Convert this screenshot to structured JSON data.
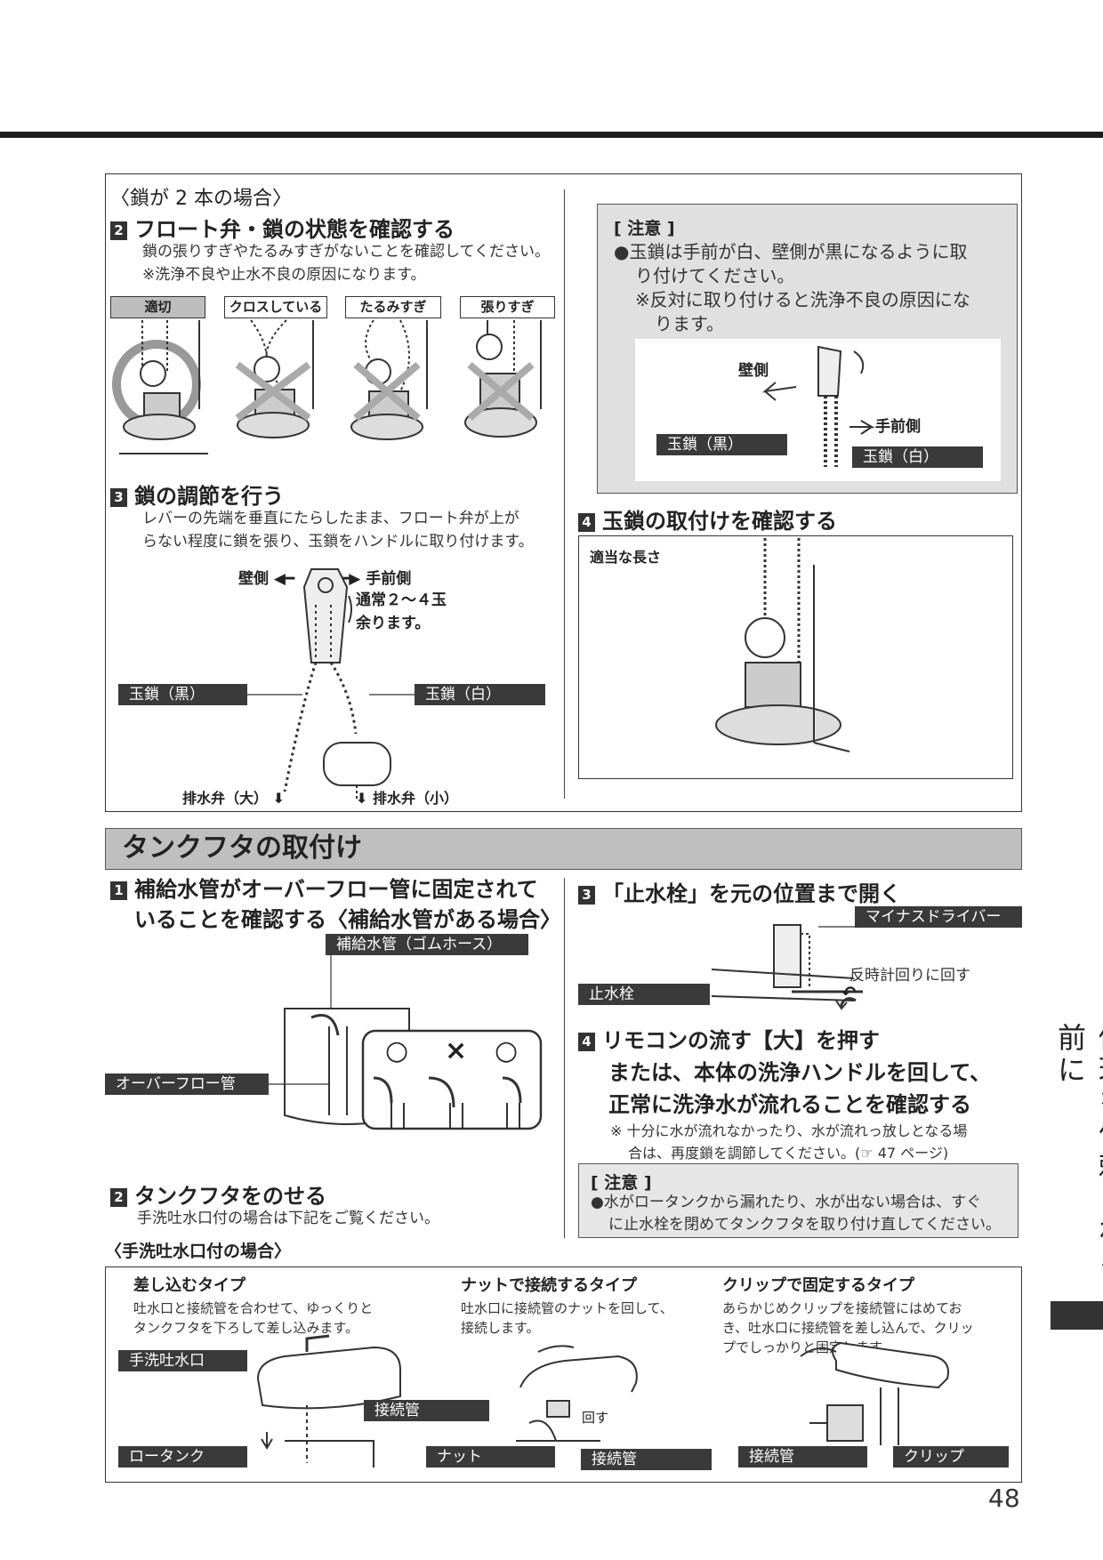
{
  "top_section": {
    "case_title": "〈鎖が 2 本の場合〉",
    "step2": {
      "num": "2",
      "title": "フロート弁・鎖の状態を確認する",
      "desc1": "鎖の張りすぎやたるみすぎがないことを確認してください。",
      "desc2": "※洗浄不良や止水不良の原因になります。",
      "tags": [
        "適切",
        "クロスしている",
        "たるみすぎ",
        "張りすぎ"
      ]
    },
    "step3": {
      "num": "3",
      "title": "鎖の調節を行う",
      "desc1": "レバーの先端を垂直にたらしたまま、フロート弁が上が",
      "desc2": "らない程度に鎖を張り、玉鎖をハンドルに取り付けます。",
      "wall_side": "壁側",
      "front_side": "手前側",
      "remain1": "通常２～４玉",
      "remain2": "余ります。",
      "chain_black": "玉鎖（黒）",
      "chain_white": "玉鎖（白）",
      "drain_large": "排水弁（大）",
      "drain_small": "排水弁（小）"
    },
    "caution": {
      "title": "[ 注意 ]",
      "line1": "●玉鎖は手前が白、壁側が黒になるように取",
      "line2": "り付けてください。",
      "line3": "※反対に取り付けると洗浄不良の原因にな",
      "line4": "ります。",
      "wall_side": "壁側",
      "front_side": "手前側",
      "chain_black": "玉鎖（黒）",
      "chain_white": "玉鎖（白）"
    },
    "step4": {
      "num": "4",
      "title": "玉鎖の取付けを確認する",
      "caption": "適当な長さ"
    }
  },
  "tank_section": {
    "heading": "タンクフタの取付け",
    "step1": {
      "num": "1",
      "title1": "補給水管がオーバーフロー管に固定されて",
      "title2": "いることを確認する〈補給水管がある場合〉",
      "label_supply": "補給水管（ゴムホース）",
      "label_overflow": "オーバーフロー管",
      "ok1": "○",
      "ng": "×",
      "ok2": "○"
    },
    "step2": {
      "num": "2",
      "title": "タンクフタをのせる",
      "desc": "手洗吐水口付の場合は下記をご覧ください。"
    },
    "step3": {
      "num": "3",
      "title": "「止水栓」を元の位置まで開く",
      "label_driver": "マイナスドライバー",
      "label_valve": "止水栓",
      "rotate": "反時計回りに回す"
    },
    "step4": {
      "num": "4",
      "title1": "リモコンの流す【大】を押す",
      "title2": "または、本体の洗浄ハンドルを回して、",
      "title3": "正常に洗浄水が流れることを確認する",
      "note1": "※ 十分に水が流れなかったり、水が流れっ放しとなる場",
      "note2": "合は、再度鎖を調節してください。(☞ 47 ページ)"
    },
    "caution": {
      "title": "[ 注意 ]",
      "line1": "●水がロータンクから漏れたり、水が出ない場合は、すぐ",
      "line2": "に止水栓を閉めてタンクフタを取り付け直してください。"
    },
    "faucet_case": "〈手洗吐水口付の場合〉",
    "types": [
      {
        "title": "差し込むタイプ",
        "desc1": "吐水口と接続管を合わせて、ゆっくりと",
        "desc2": "タンクフタを下ろして差し込みます。",
        "desc3": ""
      },
      {
        "title": "ナットで接続するタイプ",
        "desc1": "吐水口に接続管のナットを回して、",
        "desc2": "接続します。",
        "desc3": ""
      },
      {
        "title": "クリップで固定するタイプ",
        "desc1": "あらかじめクリップを接続管にはめてお",
        "desc2": "き、吐水口に接続管を差し込んで、クリッ",
        "desc3": "プでしっかりと固定します。"
      }
    ],
    "type_labels": {
      "spout": "手洗吐水口",
      "connect_pipe": "接続管",
      "low_tank": "ロータンク",
      "nut": "ナット",
      "connect_pipe2": "接続管",
      "rotate": "回す",
      "connect_pipe3": "接続管",
      "clip": "クリップ"
    }
  },
  "side_tab": "修理を依頼される前に",
  "page_number": "48"
}
